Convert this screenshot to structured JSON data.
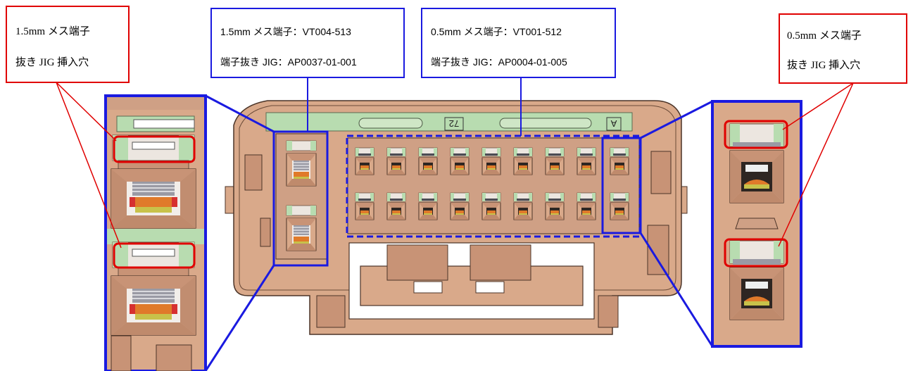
{
  "labels": {
    "left_red": {
      "line1": "1.5mm メス端子",
      "line2": "抜き JIG 挿入穴"
    },
    "left_blue": {
      "line1": "1.5mm メス端子：VT004-513",
      "line2": "端子抜き JIG：AP0037-01-001"
    },
    "mid_blue": {
      "line1": "0.5mm メス端子：VT001-512",
      "line2": "端子抜き JIG：AP0004-01-005"
    },
    "right_red": {
      "line1": "0.5mm メス端子",
      "line2": "抜き JIG 挿入穴"
    }
  },
  "connector_marks": {
    "mark_72": "72",
    "mark_a": "A"
  },
  "colors": {
    "highlight_red": "#e00000",
    "frame_blue": "#1a1ae0",
    "housing": "#d9a98a",
    "housing_dark": "#b3806a",
    "latch_green": "#b8dcb0",
    "terminal_orange": "#e07a2a"
  }
}
